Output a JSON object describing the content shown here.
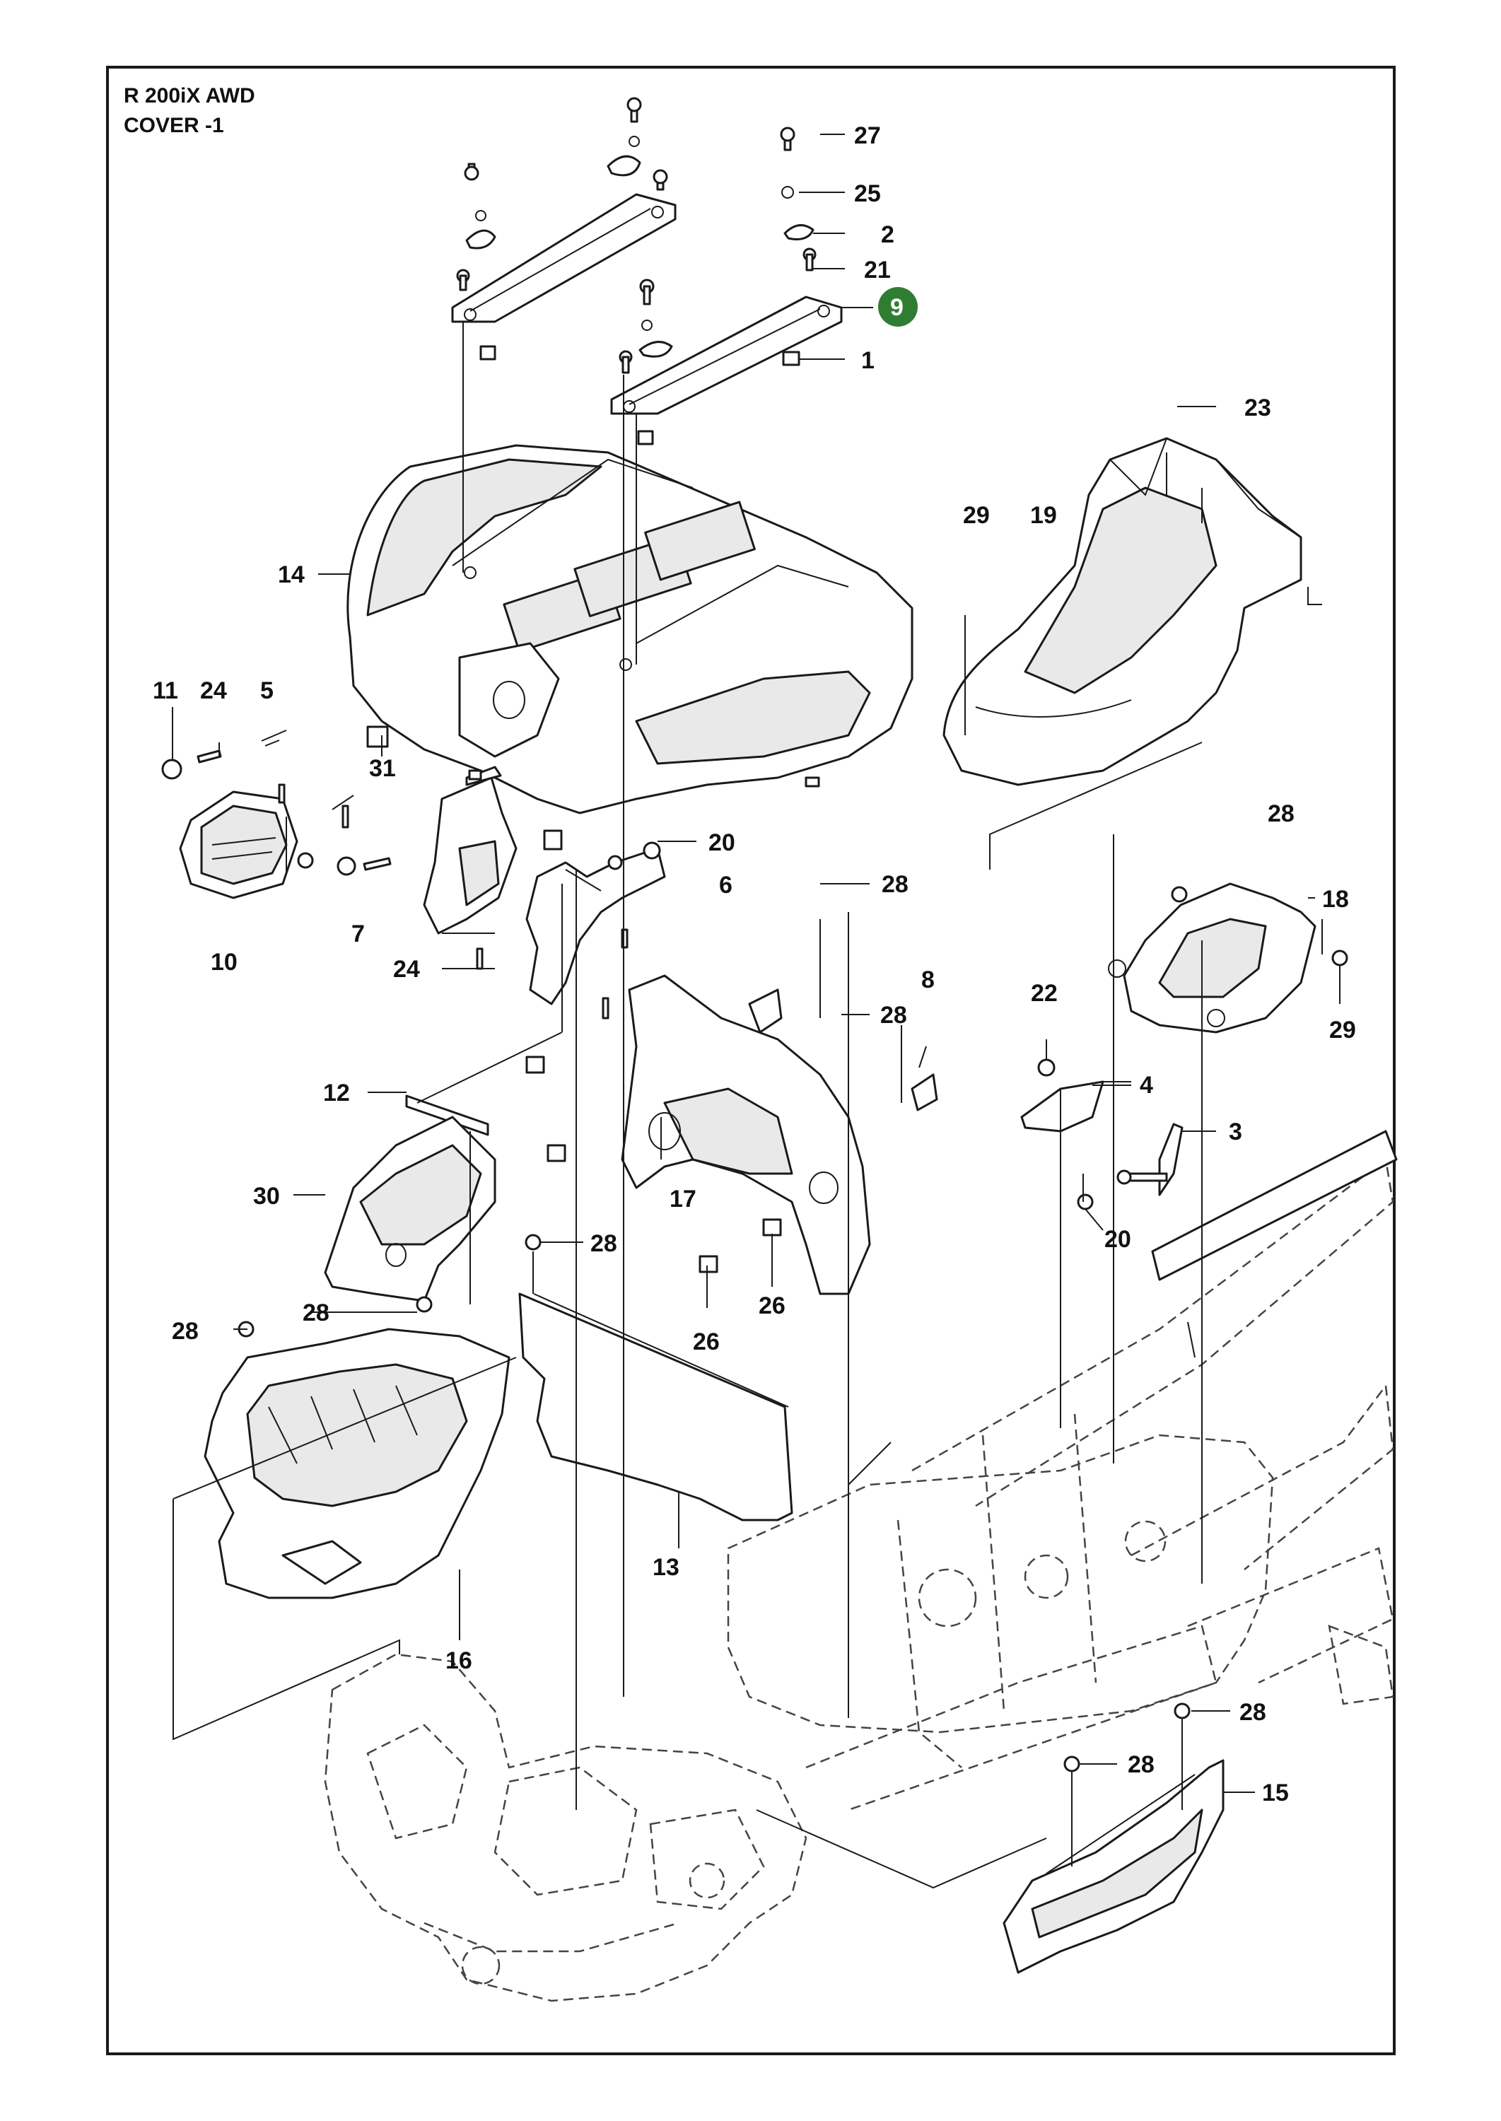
{
  "title": {
    "model": "R 200iX AWD",
    "section": "COVER -1"
  },
  "highlight_color": "#2f7d32",
  "callouts": {
    "p27": "27",
    "p25": "25",
    "p2": "2",
    "p21": "21",
    "p9": "9",
    "p1": "1",
    "p23": "23",
    "p29a": "29",
    "p19": "19",
    "p14": "14",
    "p11": "11",
    "p24a": "24",
    "p5": "5",
    "p31": "31",
    "p10": "10",
    "p7": "7",
    "p24b": "24",
    "p20a": "20",
    "p6": "6",
    "p28a": "28",
    "p28b": "28",
    "p18": "18",
    "p29b": "29",
    "p8": "8",
    "p28c": "28",
    "p22": "22",
    "p4": "4",
    "p3": "3",
    "p12": "12",
    "p30": "30",
    "p17": "17",
    "p20b": "20",
    "p28d": "28",
    "p28e": "28",
    "p26a": "26",
    "p26b": "26",
    "p28f": "28",
    "p13": "13",
    "p16": "16",
    "p28g": "28",
    "p28h": "28",
    "p15": "15"
  }
}
